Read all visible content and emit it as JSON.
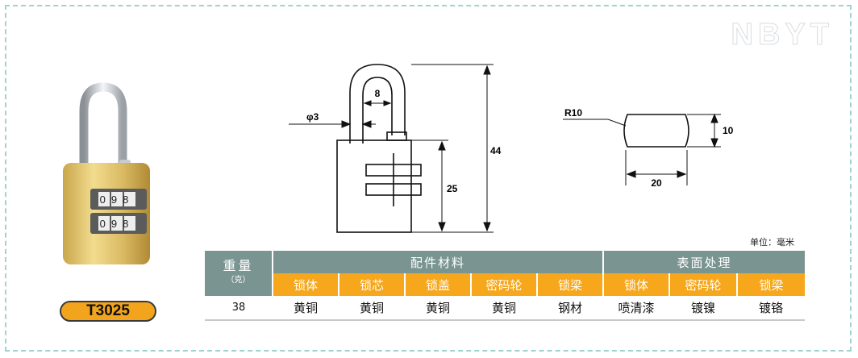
{
  "brand": {
    "watermark": "NBYT"
  },
  "product": {
    "model": "T3025",
    "dial_digits": "098"
  },
  "drawing": {
    "dims": {
      "shackle_width": "8",
      "shackle_diameter": "φ3",
      "total_height": "44",
      "body_height": "25",
      "radius": "R10",
      "thickness": "10",
      "width": "20"
    },
    "unit_label": "单位：毫米"
  },
  "table": {
    "weight_label": "重量",
    "weight_unit": "（克）",
    "weight_value": "38",
    "groups": {
      "materials": "配件材料",
      "finish": "表面处理"
    },
    "columns": [
      {
        "label": "锁体",
        "value": "黄铜"
      },
      {
        "label": "锁芯",
        "value": "黄铜"
      },
      {
        "label": "锁盖",
        "value": "黄铜"
      },
      {
        "label": "密码轮",
        "value": "黄铜"
      },
      {
        "label": "锁梁",
        "value": "钢材"
      },
      {
        "label": "锁体",
        "value": "喷清漆"
      },
      {
        "label": "密码轮",
        "value": "镀镍"
      },
      {
        "label": "锁梁",
        "value": "镀铬"
      }
    ]
  }
}
